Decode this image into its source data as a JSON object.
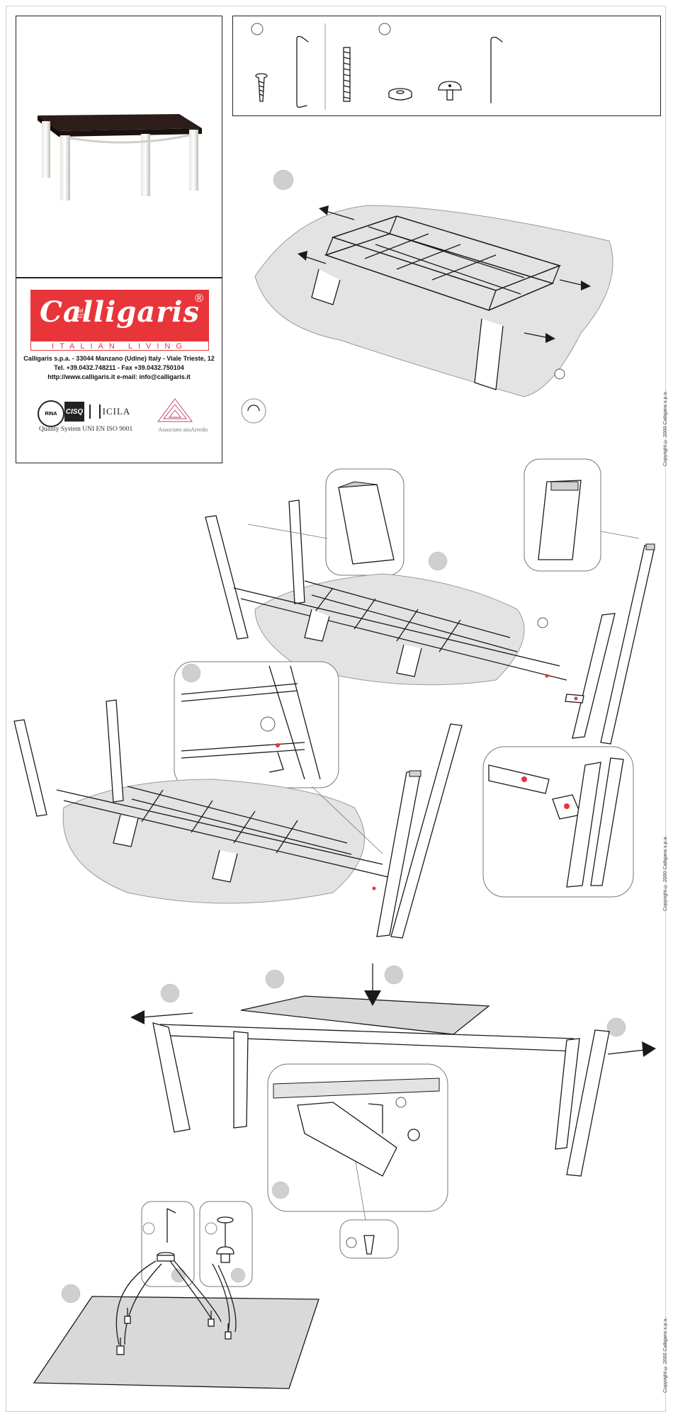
{
  "brand": {
    "name": "Calligaris",
    "registered": "®",
    "since": "dal\n1923",
    "tagline": "ITALIAN LIVING",
    "address_line": "Calligaris s.p.a. - 33044 Manzano (Udine) Italy - Viale Trieste, 12",
    "phone_line": "Tel. +39.0432.748211 - Fax +39.0432.750104",
    "web_line": "http://www.calligaris.it    e-mail: info@calligaris.it",
    "accent_color": "#e8353a"
  },
  "certifications": {
    "rina": "RINA",
    "cisq": "CISQ",
    "icila": "ICILA",
    "quality": "Quality System UNI EN ISO 9001",
    "assoc": "Associato assArredo"
  },
  "copyright_notes": [
    "Copyright © 2000 Calligaris s.p.a.",
    "Copyright © 2000 Calligaris s.p.a.",
    "Copyright © 2000 Calligaris s.p.a."
  ],
  "icons": {
    "hardware": [
      "screw-icon",
      "allen-key-icon",
      "threaded-rod-icon",
      "washer-icon",
      "foot-glide-icon",
      "allen-key-icon"
    ],
    "arrows": [
      "arrow-left-icon",
      "arrow-right-icon",
      "arrow-down-icon"
    ]
  }
}
